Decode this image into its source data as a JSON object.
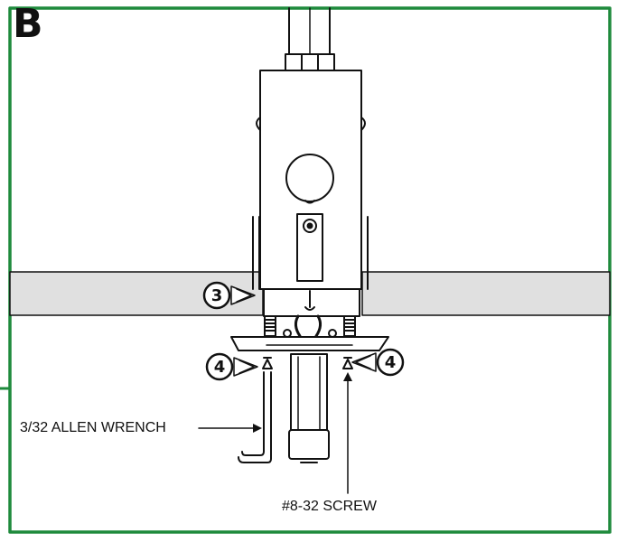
{
  "panel": {
    "letter": "B",
    "border_color": "#1e8a3c"
  },
  "steps": {
    "counter_edge": "3",
    "screw_left": "4",
    "screw_right": "4"
  },
  "labels": {
    "wrench": "3/32 ALLEN WRENCH",
    "screw": "#8-32 SCREW"
  },
  "colors": {
    "counter_fill": "#e0e0e0",
    "line": "#111111"
  },
  "icons": {
    "step_marker": "circled-number-with-arrow"
  }
}
